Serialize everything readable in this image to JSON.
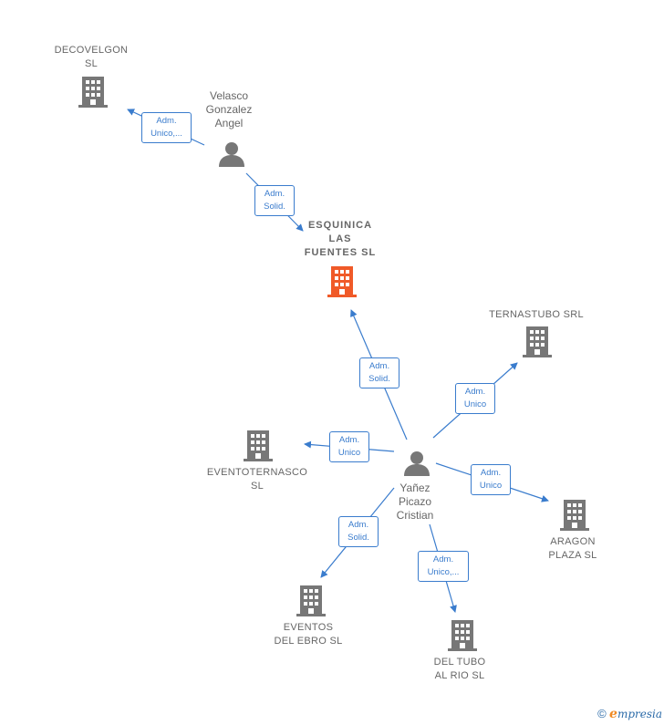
{
  "colors": {
    "edge": "#3a7ccd",
    "company": "#777777",
    "focus": "#f05a28",
    "person": "#777777"
  },
  "nodes": {
    "decovelgon": {
      "label": "DECOVELGON\nSL",
      "type": "company"
    },
    "velasco": {
      "label": "Velasco\nGonzalez\nAngel",
      "type": "person"
    },
    "esquinica": {
      "label": "ESQUINICA\nLAS\nFUENTES SL",
      "type": "focus"
    },
    "ternastubo": {
      "label": "TERNASTUBO SRL",
      "type": "company"
    },
    "eventoternasco": {
      "label": "EVENTOTERNASCO\nSL",
      "type": "company"
    },
    "yanez": {
      "label": "Yañez\nPicazo\nCristian",
      "type": "person"
    },
    "aragon": {
      "label": "ARAGON\nPLAZA SL",
      "type": "company"
    },
    "eventos_ebro": {
      "label": "EVENTOS\nDEL EBRO SL",
      "type": "company"
    },
    "del_tubo": {
      "label": "DEL TUBO\nAL RIO SL",
      "type": "company"
    }
  },
  "edges": {
    "velasco_decovelgon": "Adm.\nUnico,...",
    "velasco_esquinica": "Adm.\nSolid.",
    "yanez_esquinica": "Adm.\nSolid.",
    "yanez_ternastubo": "Adm.\nUnico",
    "yanez_eventoternasco": "Adm.\nUnico",
    "yanez_aragon": "Adm.\nUnico",
    "yanez_eventos_ebro": "Adm.\nSolid.",
    "yanez_del_tubo": "Adm.\nUnico,..."
  },
  "footer": {
    "copyright": "©",
    "brand_initial": "e",
    "brand_rest": "mpresia"
  }
}
